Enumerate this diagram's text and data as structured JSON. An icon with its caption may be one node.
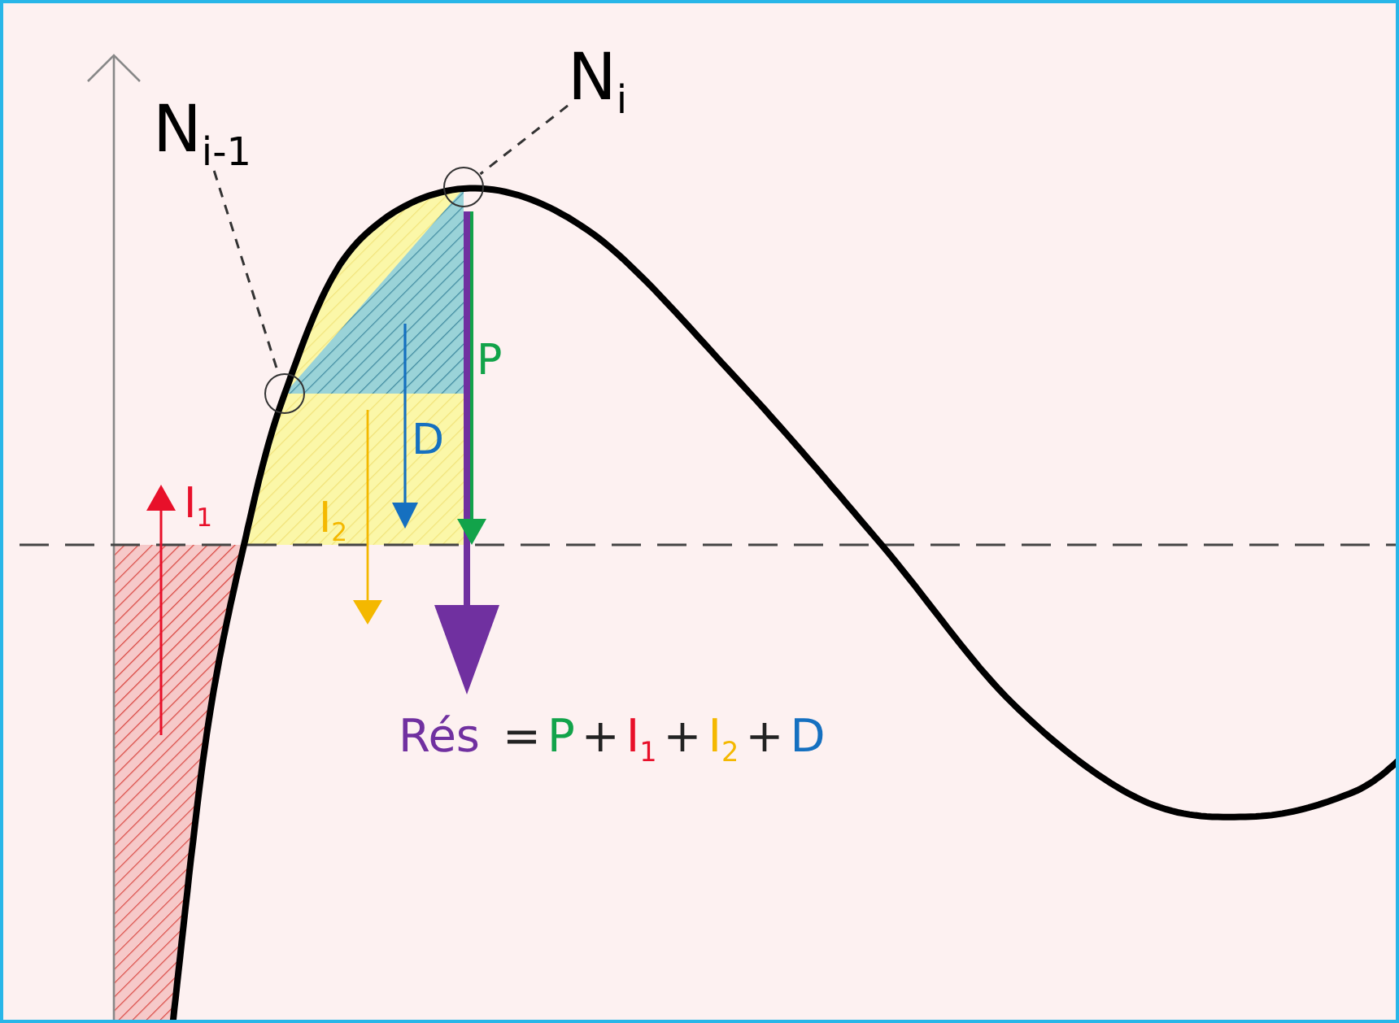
{
  "diagram": {
    "nodes": [
      {
        "text": [
          "N$_{i-1}$"
        ]
      },
      {
        "text": [
          "N$_{i}$"
        ]
      },
      {
        "text": [],
        "shape": "circle"
      },
      {
        "text": [],
        "shape": "circle"
      }
    ],
    "edges": [
      {
        "from": 0,
        "to": 2,
        "arrow": "none",
        "style": "dashed"
      },
      {
        "from": 1,
        "to": 3,
        "arrow": "none",
        "style": "dashed"
      }
    ],
    "labels": [
      "P",
      "D",
      "I$_{1}$",
      "I$_{2}$",
      "Rés",
      "=",
      "P",
      "+",
      "I$_{1}$",
      "+",
      "I$_{2}$",
      "+",
      "D"
    ]
  }
}
